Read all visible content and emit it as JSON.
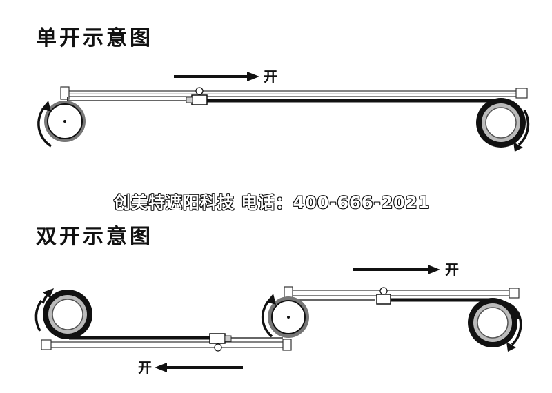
{
  "single": {
    "title": "单开示意图",
    "direction_label": "开"
  },
  "double": {
    "title": "双开示意图",
    "upper_direction_label": "开",
    "lower_direction_label": "开"
  },
  "watermark": "创美特遮阳科技  电话：400-666-2021"
}
